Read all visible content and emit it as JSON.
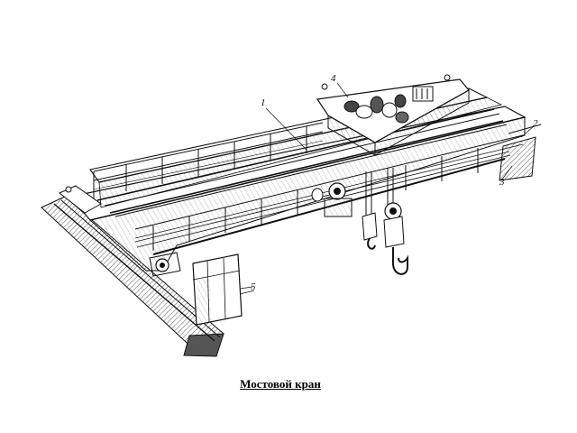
{
  "callouts": {
    "c1": "1",
    "c2": "2",
    "c3": "3",
    "c4": "4",
    "c5": "5"
  },
  "caption": "Мостовой кран"
}
